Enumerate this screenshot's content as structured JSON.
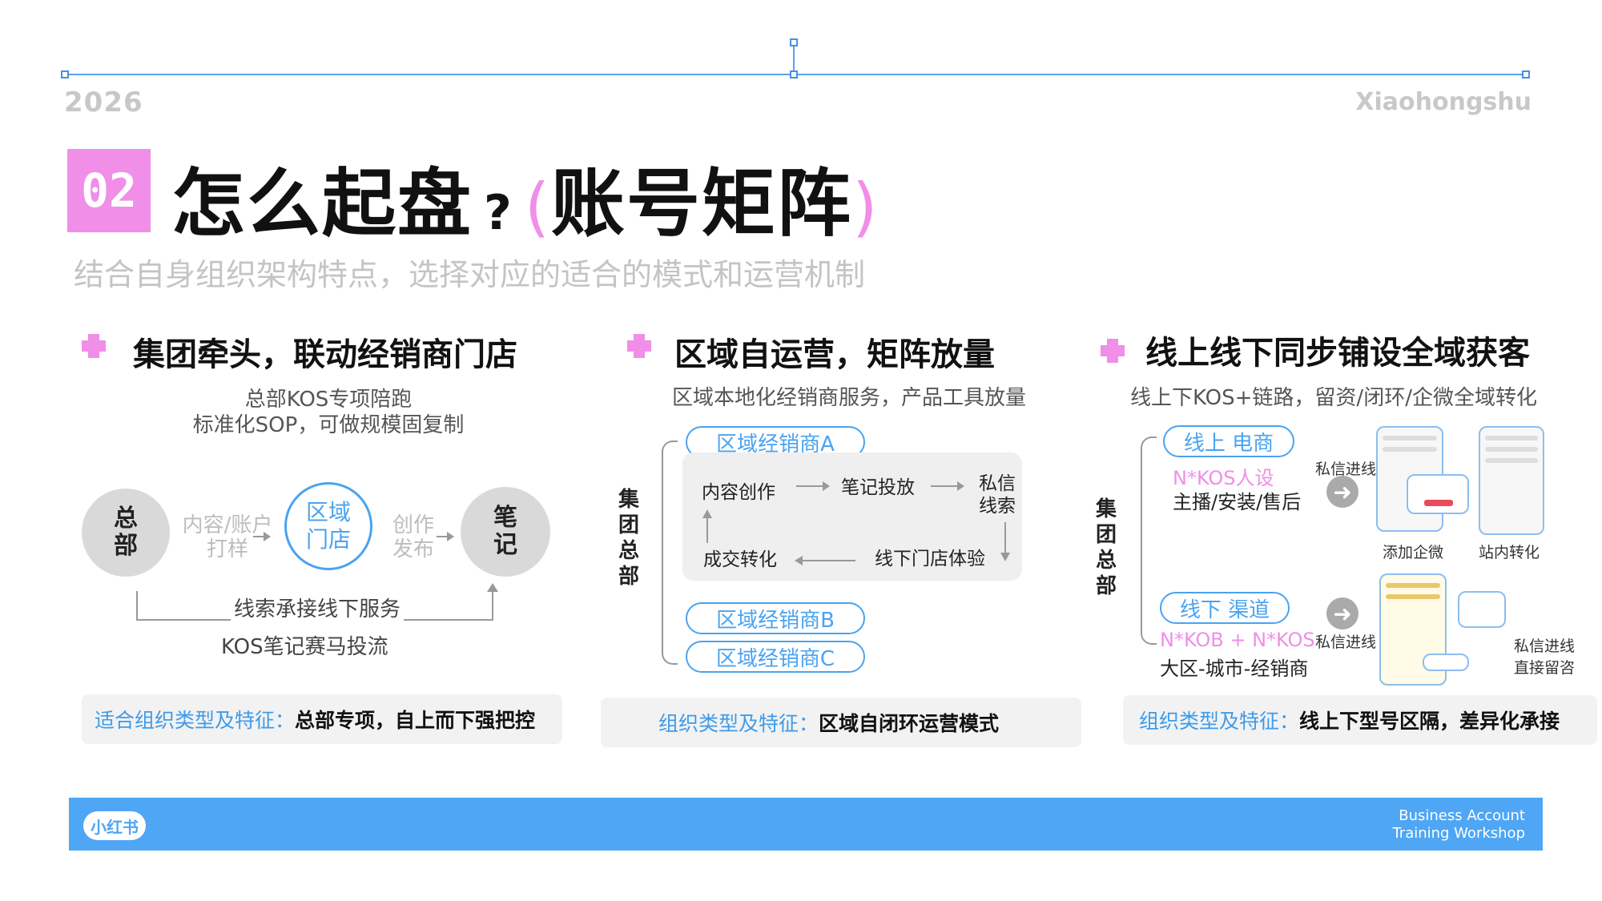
{
  "header": {
    "year": "2026",
    "brand": "Xiaohongshu"
  },
  "title": {
    "number": "02",
    "main": "怎么起盘",
    "question": "?",
    "bracket_open": "(",
    "highlight": "账号矩阵",
    "bracket_close": ")"
  },
  "subtitle": "结合自身组织架构特点，选择对应的适合的模式和运营机制",
  "col1": {
    "heading": "集团牵头，联动经销商门店",
    "sub1": "总部KOS专项陪跑",
    "sub2": "标准化SOP，可做规模固复制",
    "node_hq": [
      "总",
      "部"
    ],
    "label_left": [
      "内容/账户",
      "打样"
    ],
    "node_store": [
      "区域",
      "门店"
    ],
    "label_right": [
      "创作",
      "发布"
    ],
    "node_note": [
      "笔",
      "记"
    ],
    "bottom1": "线索承接线下服务",
    "bottom2": "KOS笔记赛马投流",
    "tag_key": "适合组织类型及特征：",
    "tag_val": "总部专项，自上而下强把控"
  },
  "col2": {
    "heading": "区域自运营，矩阵放量",
    "sub": "区域本地化经销商服务，产品工具放量",
    "vertical": [
      "集",
      "团",
      "总",
      "部"
    ],
    "pill_a": "区域经销商A",
    "pill_b": "区域经销商B",
    "pill_c": "区域经销商C",
    "flow": {
      "content": "内容创作",
      "note": "笔记投放",
      "private": [
        "私信",
        "线索"
      ],
      "convert": "成交转化",
      "offline": "线下门店体验"
    },
    "tag_key": "组织类型及特征：",
    "tag_val": "区域自闭环运营模式"
  },
  "col3": {
    "heading": "线上线下同步铺设全域获客",
    "sub": "线上下KOS+链路，留资/闭环/企微全域转化",
    "vertical": [
      "集",
      "团",
      "总",
      "部"
    ],
    "pill_online": "线上 电商",
    "online_pink": "N*KOS人设",
    "online_roles": "主播/安装/售后",
    "private_in": "私信进线",
    "add_wechat": "添加企微",
    "in_app": "站内转化",
    "pill_offline": "线下 渠道",
    "offline_pink": "N*KOB + N*KOS",
    "offline_roles": "大区-城市-经销商",
    "private_in2": "私信进线",
    "private_lead": [
      "私信进线",
      "直接留咨"
    ],
    "tag_key": "组织类型及特征：",
    "tag_val": "线上下型号区隔，差异化承接"
  },
  "footer": {
    "logo": "小红书",
    "line1": "Business Account",
    "line2": "Training Workshop"
  },
  "colors": {
    "accent_blue": "#4aa3f0",
    "accent_pink": "#f08ee8",
    "footer_blue": "#4ea6f5"
  }
}
